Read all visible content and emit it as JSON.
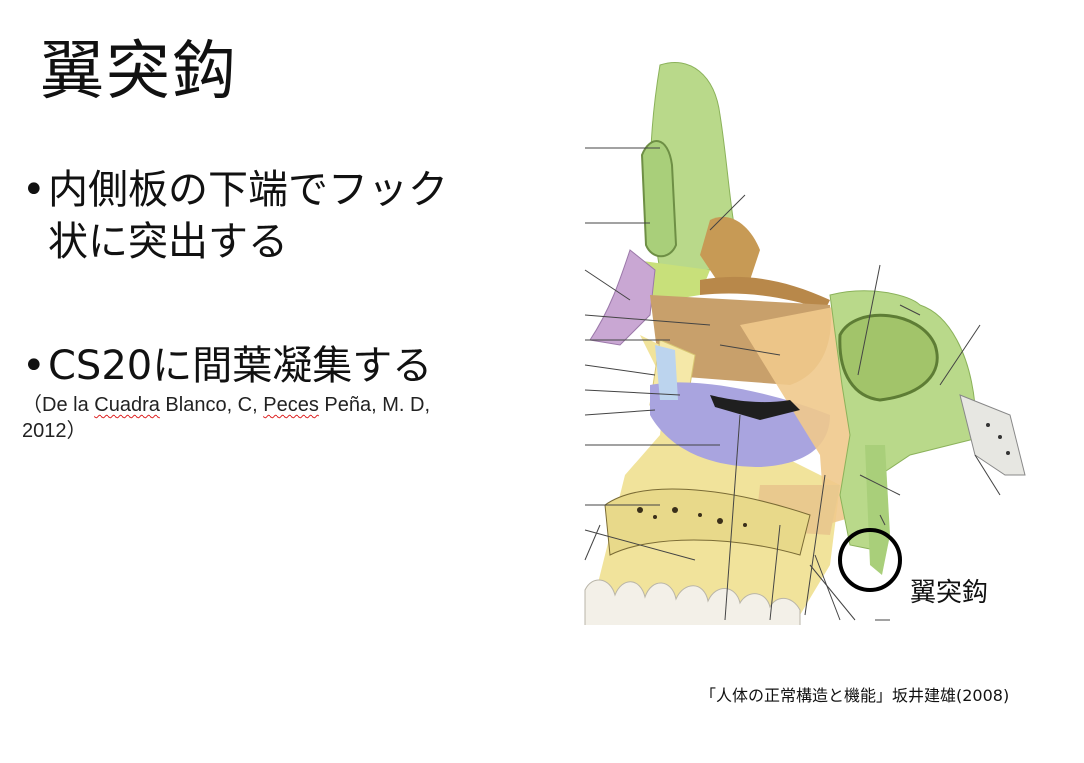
{
  "slide": {
    "title": "翼突鈎",
    "bullets": [
      {
        "marker": "•",
        "line1": "内側板の下端でフック",
        "line2": "状に突出する"
      },
      {
        "marker": "•",
        "line1": "CS20に間葉凝集する"
      }
    ],
    "citation": {
      "open": "（",
      "author1_a": "De la ",
      "author1_b": "Cuadra",
      "author1_c": " Blanco, C, ",
      "author2_a": "Peces",
      "author2_b": " Peña, M. D,",
      "year": "2012）"
    },
    "diagram_label": "翼突鈎",
    "source": "「人体の正常構造と機能」坂井建雄(2008)"
  }
}
